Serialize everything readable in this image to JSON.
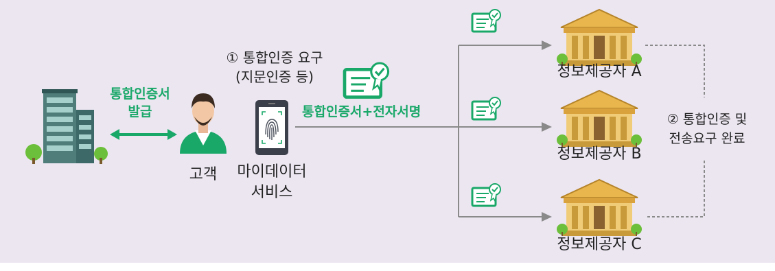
{
  "diagram": {
    "issue_label_line1": "통합인증서",
    "issue_label_line2": "발급",
    "customer_label": "고객",
    "service_label_line1": "마이데이터",
    "service_label_line2": "서비스",
    "request_line1": "① 통합인증 요구",
    "request_line2": "(지문인증 등)",
    "cert_signature_label": "통합인증서+전자서명",
    "providers": [
      "정보제공자 A",
      "정보제공자 B",
      "정보제공자 C"
    ],
    "complete_line1": "② 통합인증 및",
    "complete_line2": "전송요구 완료"
  },
  "colors": {
    "background": "#ece6f1",
    "accent_green": "#1aa869",
    "line_gray": "#8a8a8a",
    "building_gold": "#e3b14a"
  },
  "icons": [
    "office-building-icon",
    "customer-person-icon",
    "smartphone-fingerprint-icon",
    "certificate-icon",
    "bank-building-icon"
  ]
}
